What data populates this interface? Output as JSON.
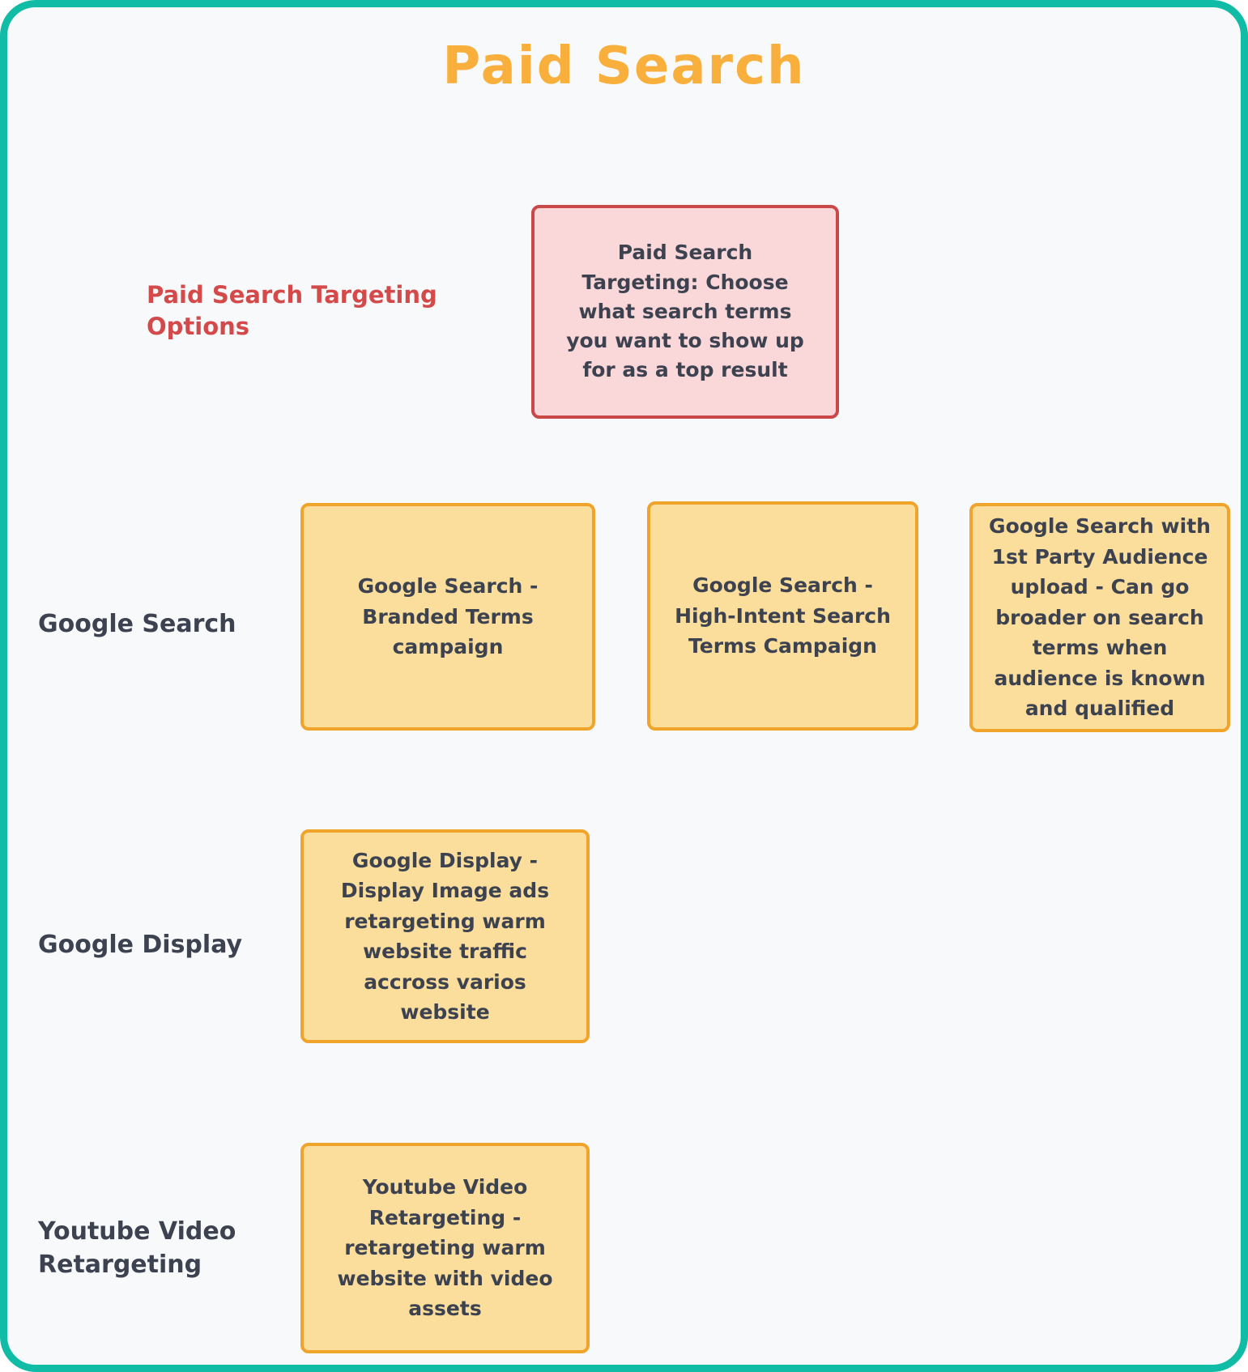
{
  "title": "Paid Search",
  "colors": {
    "frame": "#10bca5",
    "background": "#f7f9fb",
    "title_text": "#f8af3b",
    "annotation_text": "#d44a4a",
    "callout_fill": "#fad7d9",
    "callout_border": "#cb4848",
    "card_fill": "#fbde9b",
    "card_border": "#f0a42c",
    "card_text": "#3d4250"
  },
  "annotation": {
    "text": "Paid Search Targeting Options"
  },
  "callout": {
    "text": "Paid Search Targeting: Choose what search terms you want to show up for as a top result"
  },
  "rows": [
    {
      "label": "Google Search",
      "cards": [
        {
          "text": "Google Search - Branded Terms campaign"
        },
        {
          "text": "Google Search - High-Intent Search Terms Campaign"
        },
        {
          "text": "Google Search with 1st Party Audience upload - Can go broader on search terms when audience is known and qualified"
        }
      ]
    },
    {
      "label": "Google Display",
      "cards": [
        {
          "text": "Google Display -Display Image ads retargeting warm website traffic accross varios website"
        }
      ]
    },
    {
      "label": "Youtube Video Retargeting",
      "cards": [
        {
          "text": "Youtube Video Retargeting -retargeting warm website with video assets"
        }
      ]
    }
  ]
}
